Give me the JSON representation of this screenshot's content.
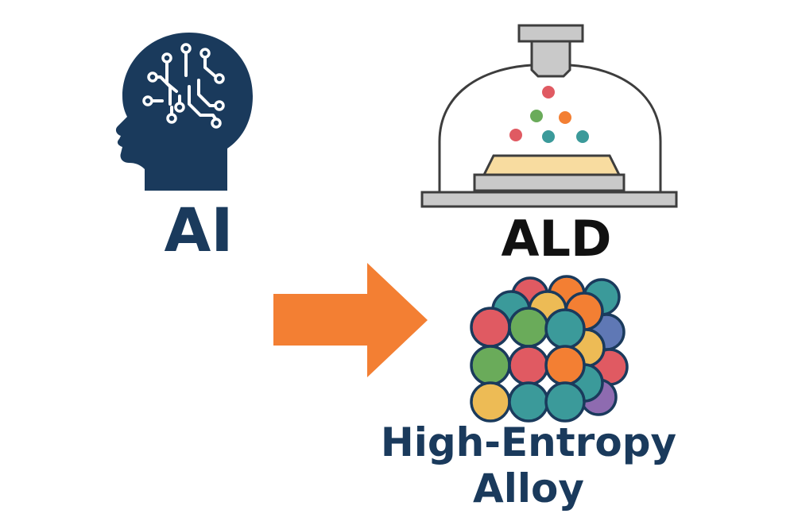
{
  "labels": {
    "ai": "AI",
    "ald": "ALD",
    "hea_line1": "High-Entropy",
    "hea_line2": "Alloy"
  },
  "icons": {
    "ai": "brain-circuit-head-icon",
    "ald": "deposition-chamber-icon",
    "arrow": "right-arrow-icon",
    "hea": "atom-lattice-icon"
  },
  "colors": {
    "navy": "#1a3a5c",
    "orange": "#f37f33",
    "red": "#e05a62",
    "green": "#6aab5a",
    "teal": "#3b9a9a",
    "yellow": "#edbb55",
    "blue": "#5f78b5",
    "purple": "#8e6bb0",
    "gray": "#c9c9c9",
    "sand": "#f8dca0",
    "outline": "#3d3d3d"
  }
}
